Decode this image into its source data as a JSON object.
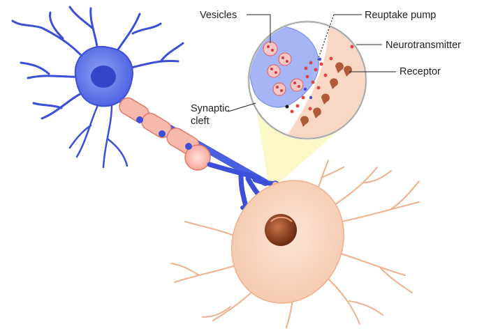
{
  "labels": {
    "vesicles": "Vesicles",
    "reuptake_pump": "Reuptake pump",
    "neurotransmitter": "Neurotransmitter",
    "receptor": "Receptor",
    "synaptic_cleft_line1": "Synaptic",
    "synaptic_cleft_line2": "cleft"
  },
  "colors": {
    "presynaptic_neuron": "#3b4fd8",
    "presynaptic_fill": "#6f86ee",
    "myelin_sheath": "#f6b9ae",
    "postsynaptic_neuron": "#f6d1bd",
    "postsynaptic_outline": "#f0b08c",
    "nucleus": "#8a3a1a",
    "zoom_cone": "#fbf7c4",
    "neurotransmitter": "#e04545",
    "receptor": "#b05a3a"
  },
  "icons": {
    "vesicle": "vesicle-icon",
    "receptor": "receptor-icon",
    "neurotransmitter": "neurotransmitter-dot-icon"
  }
}
